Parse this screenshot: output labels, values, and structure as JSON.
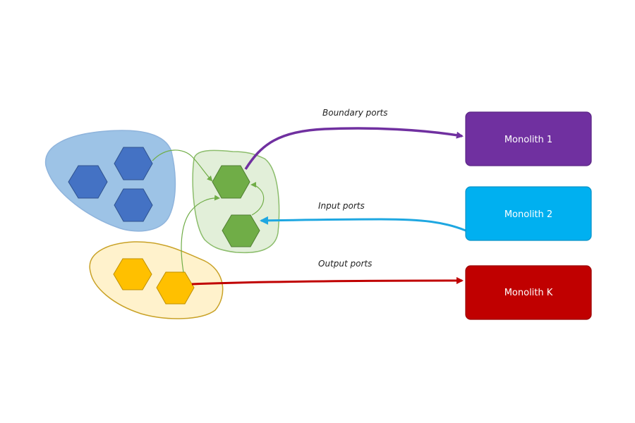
{
  "diagram": {
    "groups": [
      {
        "name": "blue-service-group",
        "fill": "#9dc3e6",
        "stroke": "#7fa7d3",
        "hex_fill": "#4472c4",
        "hex_stroke": "#2f528f",
        "hex_count": 3
      },
      {
        "name": "green-service-group",
        "fill": "#e2efd9",
        "stroke": "#70ad47",
        "hex_fill": "#70ad47",
        "hex_stroke": "#507e32",
        "hex_count": 2
      },
      {
        "name": "yellow-service-group",
        "fill": "#fff2cc",
        "stroke": "#bf9000",
        "hex_fill": "#ffc000",
        "hex_stroke": "#bf9000",
        "hex_count": 2
      }
    ],
    "ports": {
      "boundary": {
        "label": "Boundary ports",
        "color": "#7030a0"
      },
      "input": {
        "label": "Input ports",
        "color": "#1ea7e1"
      },
      "output": {
        "label": "Output ports",
        "color": "#c00000"
      }
    },
    "monoliths": [
      {
        "label": "Monolith 1",
        "color": "#7030a0"
      },
      {
        "label": "Monolith 2",
        "color": "#00b0f0"
      },
      {
        "label": "Monolith K",
        "color": "#c00000"
      }
    ],
    "internal_link_color": "#70ad47"
  }
}
